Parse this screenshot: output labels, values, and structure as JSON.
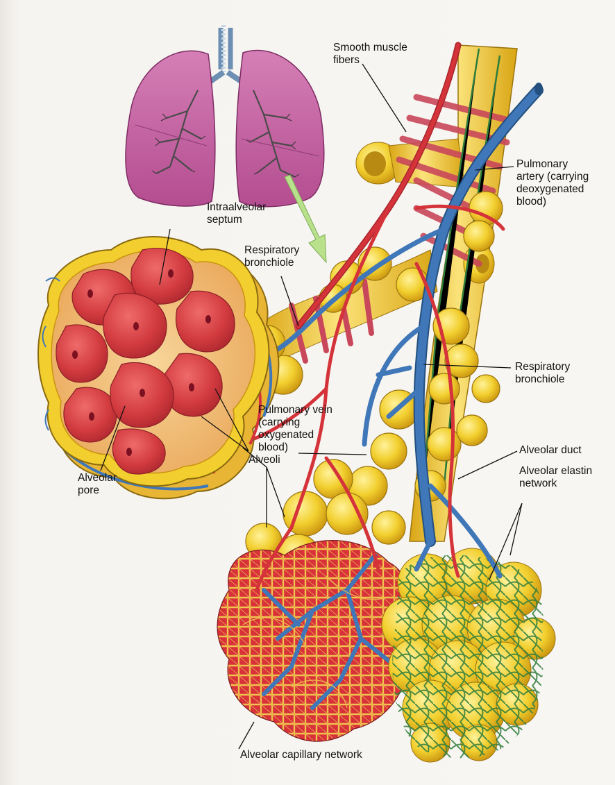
{
  "labels": {
    "smooth_muscle": "Smooth muscle\nfibers",
    "pulmonary_artery": "Pulmonary\nartery (carrying\ndeoxygenated\nblood)",
    "intraalveolar_septum": "Intraalveolar\nseptum",
    "respiratory_bronchiole_left": "Respiratory\nbronchiole",
    "respiratory_bronchiole_right": "Respiratory\nbronchiole",
    "pulmonary_vein": "Pulmonary vein\n(carrying\noxygenated\nblood)",
    "alveolar_duct": "Alveolar duct",
    "alveolar_elastin_network": "Alveolar elastin\nnetwork",
    "alveolar_pore": "Alveolar\npore",
    "alveoli": "Alveoli",
    "alveolar_capillary_network": "Alveolar capillary network"
  },
  "colors": {
    "alveolus_yellow": "#f2cf2e",
    "alveolus_shade": "#d9a514",
    "artery_blue": "#3f77b8",
    "vein_red": "#d4333a",
    "muscle_red": "#c9475a",
    "lung_pink": "#c25a9c",
    "elastin_green": "#2f7d3c",
    "pointer_green": "#b9e08a"
  }
}
